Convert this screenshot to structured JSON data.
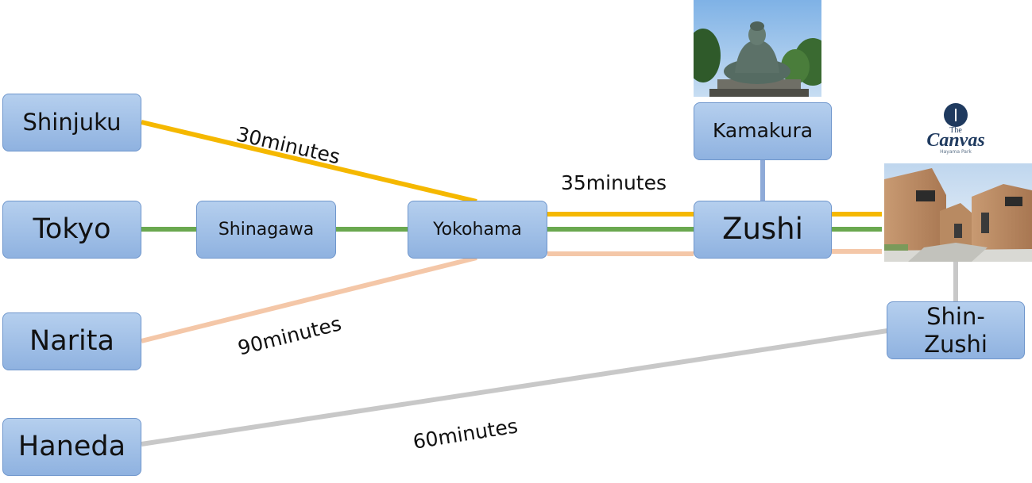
{
  "stations": {
    "shinjuku": "Shinjuku",
    "tokyo": "Tokyo",
    "narita": "Narita",
    "haneda": "Haneda",
    "shinagawa": "Shinagawa",
    "yokohama": "Yokohama",
    "kamakura": "Kamakura",
    "zushi": "Zushi",
    "shin_zushi": "Shin-\nZushi"
  },
  "durations": {
    "shinjuku_yokohama": "30minutes",
    "yokohama_zushi": "35minutes",
    "narita_yokohama": "90minutes",
    "haneda_shinzushi": "60minutes"
  },
  "logo": {
    "the": "The",
    "name": "Canvas",
    "sub": "Hayama Park"
  },
  "line_colors": {
    "yellow": "#f5b800",
    "green": "#6aa84f",
    "peach": "#f4c7a8",
    "gray": "#c8c8c8",
    "blue": "#8eaad8"
  }
}
